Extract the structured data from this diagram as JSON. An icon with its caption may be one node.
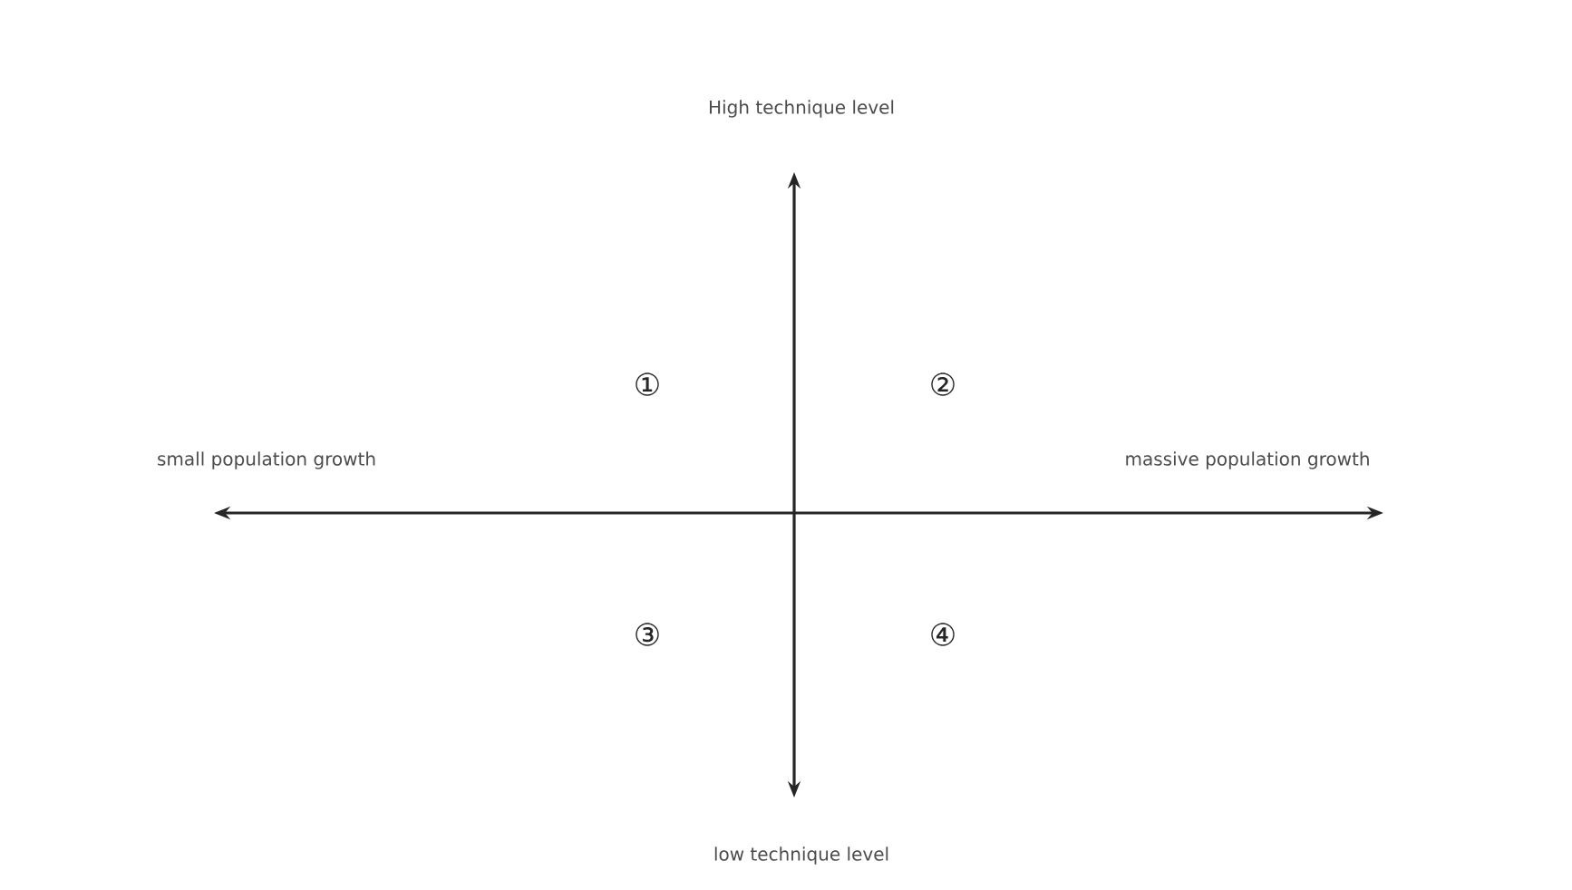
{
  "diagram": {
    "labels": [
      "High technique level",
      "①",
      "②",
      "small population growth",
      "massive population growth",
      "③",
      "④",
      "low technique level"
    ]
  }
}
